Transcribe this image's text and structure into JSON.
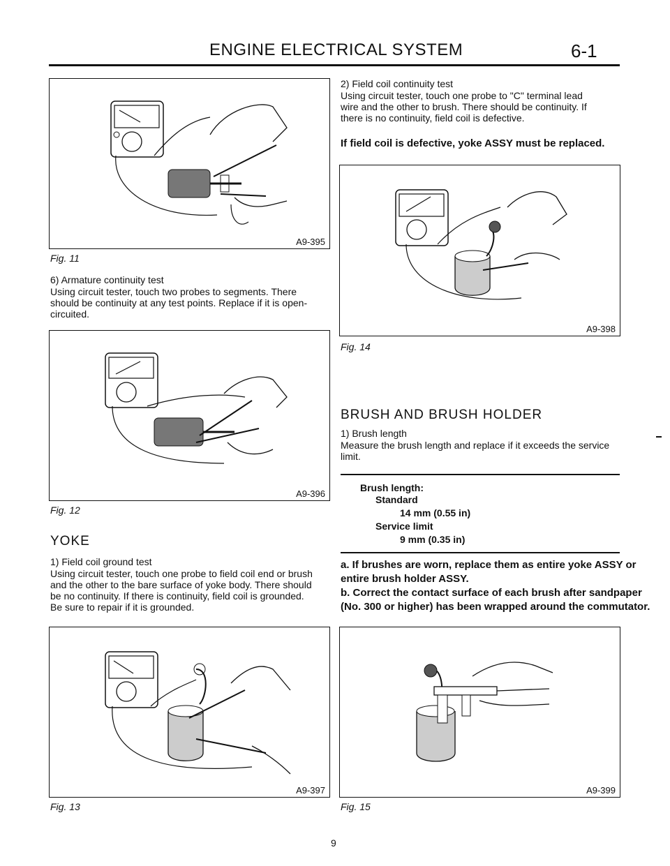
{
  "header": {
    "title": "ENGINE ELECTRICAL SYSTEM",
    "page_code": "6-1"
  },
  "figures": [
    {
      "code": "A9-395",
      "caption": "Fig. 11"
    },
    {
      "code": "A9-396",
      "caption": "Fig. 12"
    },
    {
      "code": "A9-397",
      "caption": "Fig. 13"
    },
    {
      "code": "A9-398",
      "caption": "Fig. 14"
    },
    {
      "code": "A9-399",
      "caption": "Fig. 15"
    }
  ],
  "left": {
    "armature_title": "6) Armature continuity test",
    "armature_lines": [
      "Using circuit tester, touch two probes to segments. There",
      "should be continuity at any test points. Replace if it is open-",
      "circuited."
    ],
    "yoke_heading": "YOKE",
    "ground_title": "1) Field coil ground test",
    "ground_lines": [
      "Using circuit tester, touch one probe to field coil end or brush",
      "and the other to the bare surface of yoke body. There should",
      "be no continuity. If there is continuity, field coil is grounded.",
      "Be sure to repair if it is grounded."
    ]
  },
  "right": {
    "field_title": "2) Field coil continuity test",
    "field_lines": [
      "Using circuit tester, touch one probe to \"C\" terminal lead",
      "wire and the other to brush. There should be continuity. If",
      "there is no continuity, field coil is defective."
    ],
    "field_note": "If field coil is defective, yoke ASSY must be replaced.",
    "brush_heading": "BRUSH AND BRUSH HOLDER",
    "brush_title": "1) Brush length",
    "brush_lines": [
      "Measure the brush length and replace if it exceeds the service",
      "limit."
    ],
    "spec": {
      "label": "Brush length:",
      "standard_label": "Standard",
      "standard_value": "14 mm (0.55 in)",
      "limit_label": "Service limit",
      "limit_value": "9 mm (0.35 in)"
    },
    "notes": [
      "a. If brushes are worn, replace them as entire yoke ASSY or",
      "entire brush holder ASSY.",
      "b. Correct the contact surface of each brush after sandpaper",
      "(No. 300 or higher) has been wrapped around the commutator."
    ]
  },
  "page_number": "9"
}
